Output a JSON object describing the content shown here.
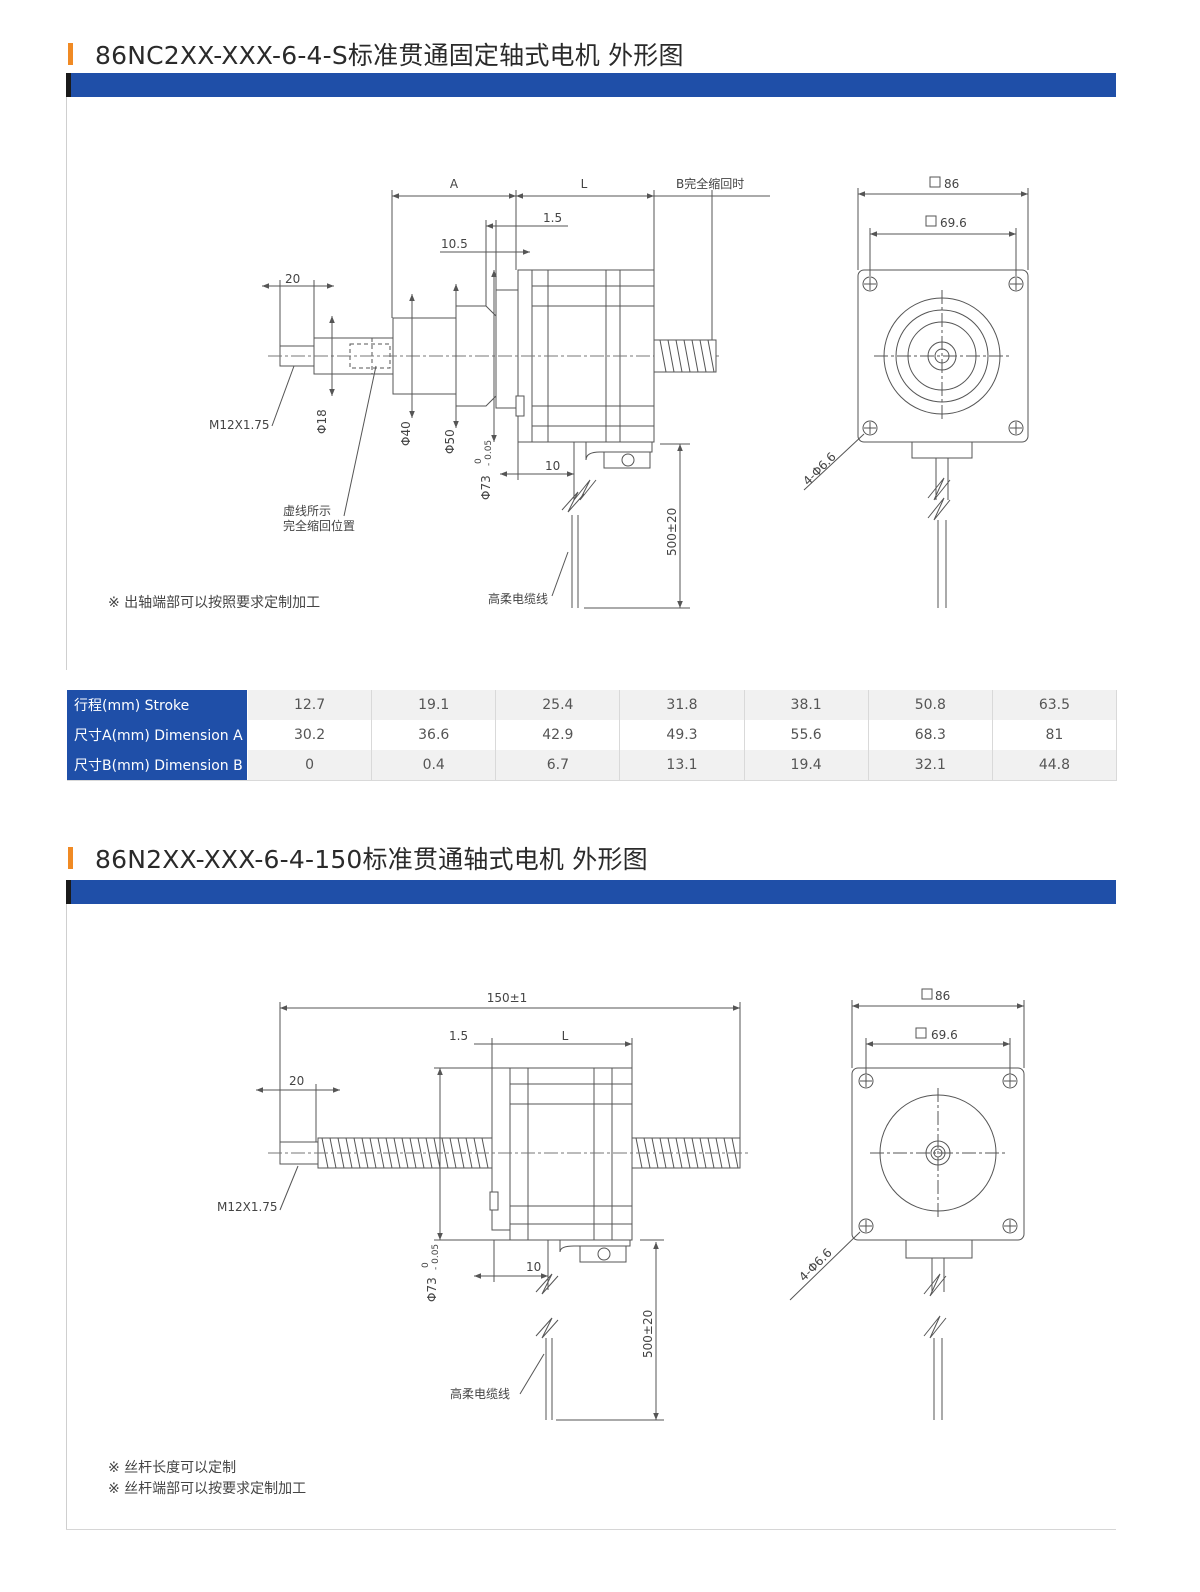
{
  "section1": {
    "title": "86NC2XX-XXX-6-4-S标准贯通固定轴式电机 外形图",
    "labels": {
      "dim_a": "A",
      "dim_l": "L",
      "dim_b": "B完全缩回时",
      "dim_1_5": "1.5",
      "dim_10_5": "10.5",
      "dim_20": "20",
      "thread": "M12X1.75",
      "phi18": "Φ18",
      "phi40": "Φ40",
      "phi50": "Φ50",
      "phi73": "Φ73",
      "tol_upper": "0",
      "tol_lower": "- 0.05",
      "dim_10": "10",
      "cable_len": "500±20",
      "dashed_note_1": "虚线所示",
      "dashed_note_2": "完全缩回位置",
      "cable": "高柔电缆线",
      "sq86": "86",
      "sq69_6": "69.6",
      "holes": "4-Φ6.6"
    },
    "note": "※ 出轴端部可以按照要求定制加工"
  },
  "table": {
    "rows": [
      {
        "label": "行程(mm) Stroke",
        "values": [
          "12.7",
          "19.1",
          "25.4",
          "31.8",
          "38.1",
          "50.8",
          "63.5"
        ]
      },
      {
        "label": "尺寸A(mm) Dimension A",
        "values": [
          "30.2",
          "36.6",
          "42.9",
          "49.3",
          "55.6",
          "68.3",
          "81"
        ]
      },
      {
        "label": "尺寸B(mm) Dimension B",
        "values": [
          "0",
          "0.4",
          "6.7",
          "13.1",
          "19.4",
          "32.1",
          "44.8"
        ]
      }
    ]
  },
  "section2": {
    "title": "86N2XX-XXX-6-4-150标准贯通轴式电机 外形图",
    "labels": {
      "dim_150": "150±1",
      "dim_1_5": "1.5",
      "dim_l": "L",
      "dim_20": "20",
      "thread": "M12X1.75",
      "phi73": "Φ73",
      "tol_upper": "0",
      "tol_lower": "- 0.05",
      "dim_10": "10",
      "cable_len": "500±20",
      "cable": "高柔电缆线",
      "sq86": "86",
      "sq69_6": "69.6",
      "holes": "4-Φ6.6"
    },
    "notes": [
      "※ 丝杆长度可以定制",
      "※ 丝杆端部可以按要求定制加工"
    ]
  },
  "colors": {
    "accent_blue": "#1f4fa8",
    "title_mark": "#f08a24"
  }
}
